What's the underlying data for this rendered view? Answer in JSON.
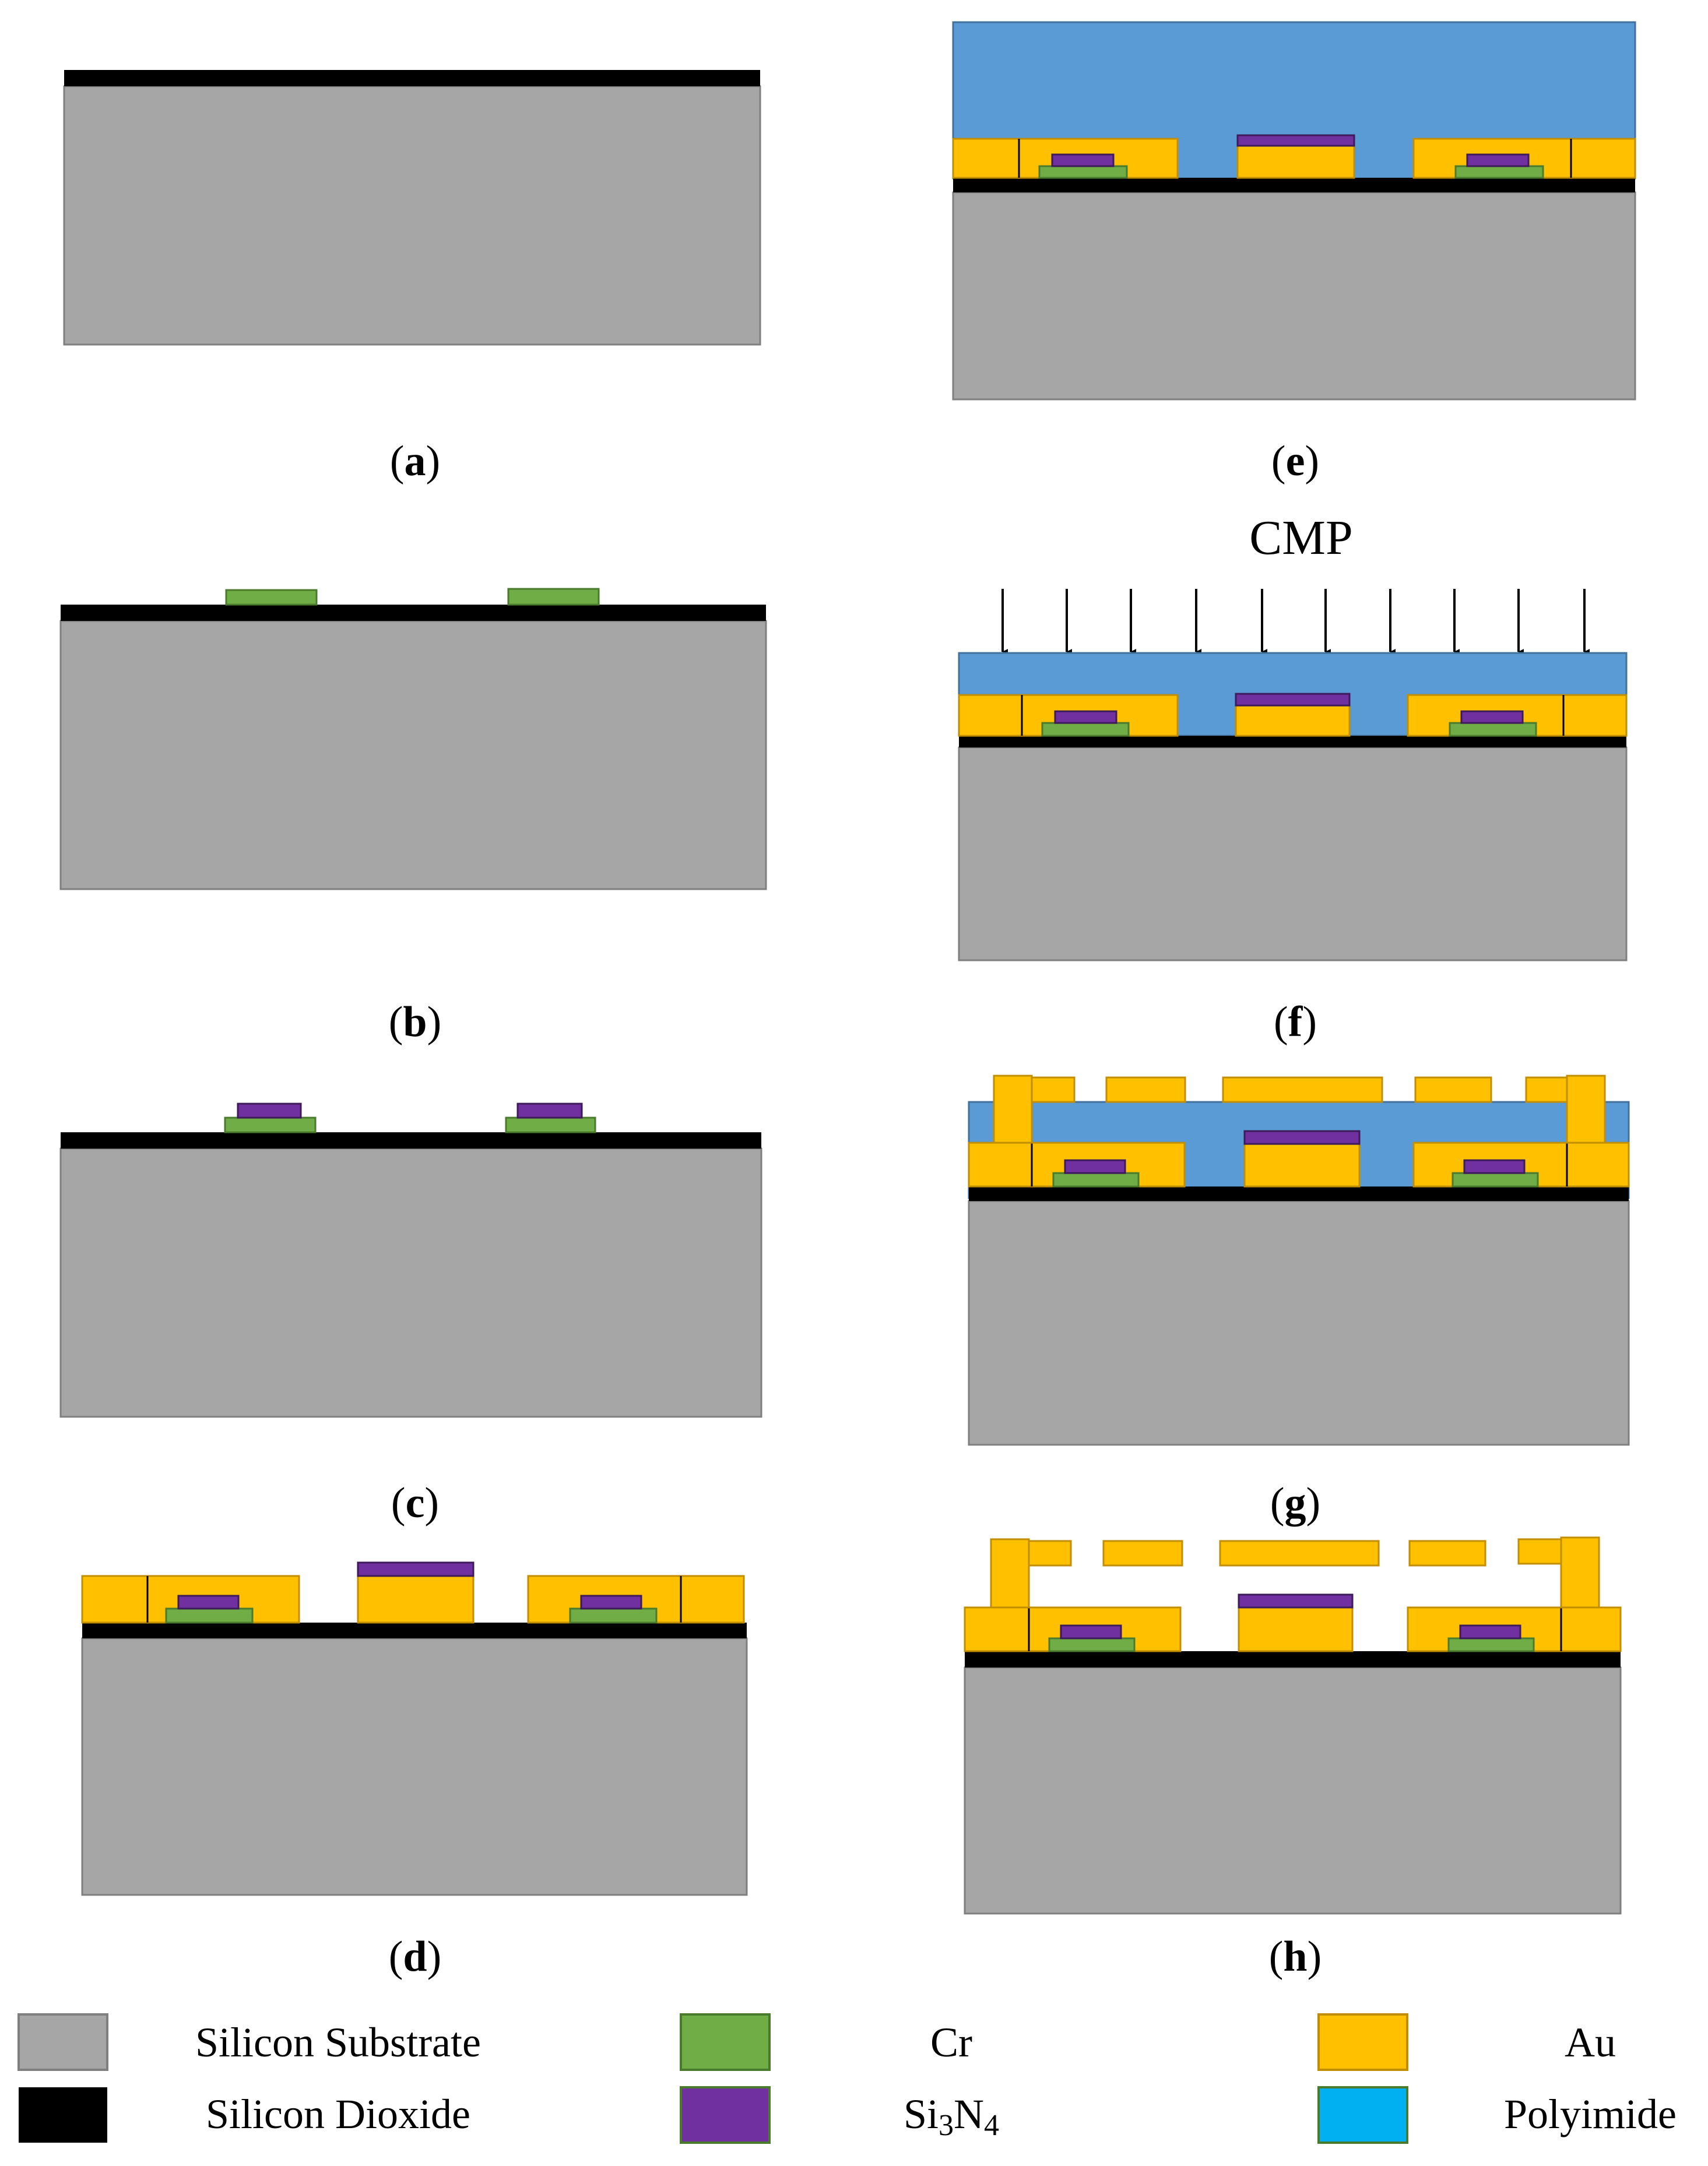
{
  "panels": [
    {
      "id": "a",
      "label_open": "(",
      "letter": "a",
      "label_close": ")"
    },
    {
      "id": "b",
      "label_open": "(",
      "letter": "b",
      "label_close": ")"
    },
    {
      "id": "c",
      "label_open": "(",
      "letter": "c",
      "label_close": ")"
    },
    {
      "id": "d",
      "label_open": "(",
      "letter": "d",
      "label_close": ")"
    },
    {
      "id": "e",
      "label_open": "(",
      "letter": "e",
      "label_close": ")"
    },
    {
      "id": "f",
      "label_open": "(",
      "letter": "f",
      "label_close": ")",
      "process_label": "CMP"
    },
    {
      "id": "g",
      "label_open": "(",
      "letter": "g",
      "label_close": ")"
    },
    {
      "id": "h",
      "label_open": "(",
      "letter": "h",
      "label_close": ")"
    }
  ],
  "legend": [
    {
      "label": "Silicon Substrate",
      "color": "#a6a6a6",
      "icon": "silicon-substrate-swatch"
    },
    {
      "label": "Silicon Dioxide",
      "color": "#000000",
      "icon": "silicon-dioxide-swatch"
    },
    {
      "label": "Cr",
      "color": "#70ad47",
      "icon": "cr-swatch"
    },
    {
      "label_main": "Si",
      "sub1": "3",
      "label_mid": "N",
      "sub2": "4",
      "color": "#7030a0",
      "icon": "si3n4-swatch"
    },
    {
      "label": "Au",
      "color": "#ffc000",
      "icon": "au-swatch"
    },
    {
      "label": "Polyimide",
      "color": "#00b0f0",
      "icon": "polyimide-swatch"
    }
  ],
  "colors": {
    "substrate": "#a6a6a6",
    "dioxide": "#000000",
    "cr": "#70ad47",
    "si3n4": "#7030a0",
    "au": "#ffc000",
    "polyimide_layer": "#5b9bd5",
    "polyimide_legend": "#00b0f0"
  }
}
